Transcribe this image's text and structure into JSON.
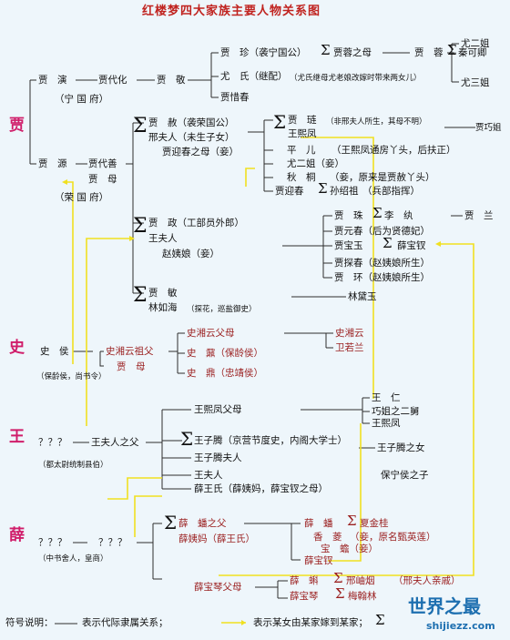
{
  "title": "红楼梦四大家族主要人物关系图",
  "clans": {
    "jia": "贾",
    "shi": "史",
    "wang": "王",
    "xue": "薛"
  },
  "jia": {
    "jia_yan": "贾　演",
    "jia_daihua": "贾代化",
    "jia_jing": "贾　敬",
    "ningguo": "（宁 国 府）",
    "jia_zhen": "贾　珍（袭宁国公）",
    "jia_rong_mother": "贾蓉之母",
    "jia_rong": "贾　蓉",
    "qin_keqing": "秦可卿",
    "you_shi": "尤　氏（继配）",
    "you_shi_note": "（尤氏继母尤老娘改嫁时带来两女儿）",
    "you_erjie": "尤二姐",
    "you_sanjie": "尤三姐",
    "jia_xichun": "贾惜春",
    "jia_yuan": "贾　源",
    "jia_daishan": "贾代善",
    "jia_mu": "贾　母",
    "rongguo": "（荣 国 府）",
    "jia_she": "贾　赦（袭荣国公）",
    "xing_furen": "邢夫人（未生子女）",
    "yingchun_mother": "贾迎春之母（妾）",
    "jia_lian": "贾　琏",
    "jia_lian_note": "（非邢夫人所生，其母不明）",
    "wang_xifeng": "王熙凤",
    "jia_qiaojie": "贾巧姐",
    "ping_er": "平　儿",
    "ping_er_note": "（王熙凤通房丫头，后扶正）",
    "you_erjie_concubine": "尤二姐（妾）",
    "qiu_tong": "秋　桐",
    "qiu_tong_note": "（妾，原来是贾赦丫头）",
    "jia_yingchun": "贾迎春",
    "sun_shaozu": "孙绍祖",
    "sun_shaozu_note": "（兵部指挥）",
    "jia_zheng": "贾　政（工部员外郎）",
    "wang_furen": "王夫人",
    "zhao_yiniang": "赵姨娘（妾）",
    "jia_zhu": "贾　珠",
    "li_wan": "李　纨",
    "jia_lan": "贾　兰",
    "jia_yuanchun": "贾元春（后为贤德妃）",
    "jia_baoyu": "贾宝玉",
    "xue_baochai": "薛宝钗",
    "jia_tanchun": "贾探春（赵姨娘所生）",
    "jia_huan": "贾　环（赵姨娘所生）",
    "jia_min": "贾　敏",
    "lin_ruhai": "林如海",
    "lin_ruhai_note": "（探花，巡盐御史）",
    "lin_daiyu": "林黛玉"
  },
  "shi": {
    "shi_hou": "史　侯",
    "shi_hou_note": "（保龄侯，尚书令）",
    "xiangyun_grandfather": "史湘云祖父",
    "jia_mu": "贾　母",
    "xiangyun_parents": "史湘云父母",
    "shi_ding": "史　鼐（保龄侯）",
    "shi_nai": "史　鼎（忠靖侯）",
    "shi_xiangyun": "史湘云",
    "wei_ruolan": "卫若兰"
  },
  "wang": {
    "unknown": "？？？",
    "wang_furen_father": "王夫人之父",
    "note": "（都太尉统制县伯）",
    "xifeng_parents": "王熙凤父母",
    "wang_ren": "王　仁",
    "qiaojie_uncle": "巧姐之二舅",
    "wang_xifeng": "王熙凤",
    "wang_ziteng": "王子腾（京营节度史，内阁大学士）",
    "ziteng_daughter": "王子腾之女",
    "ziteng_wife": "王子腾夫人",
    "wang_furen": "王夫人",
    "baoning_son": "保宁侯之子",
    "xue_wangshi": "薛王氏（薛姨妈，薛宝钗之母）"
  },
  "xue": {
    "unknown1": "？？？",
    "unknown2": "？？？",
    "note": "（中书舍人，皇商）",
    "xue_pan_father": "薛　蟠之父",
    "xue_yima": "薛姨妈（薛王氏）",
    "xue_pan": "薛　蟠",
    "xia_jingui": "夏金桂",
    "xiang_ling": "香　菱",
    "xiang_ling_note": "（妾，原名甄英莲）",
    "bao_chan": "宝　蟾（妾）",
    "xue_baochai": "薛宝钗",
    "baoqin_parents": "薛宝琴父母",
    "xue_ke": "薛　蝌",
    "xing_xiuyan": "邢岫烟",
    "xing_xiuyan_note": "（邢夫人亲戚）",
    "xue_baoqin": "薛宝琴",
    "mei_hanlin": "梅翰林"
  },
  "legend": {
    "label": "符号说明：",
    "line_desc": "表示代际隶属关系；",
    "yellow_desc": "表示某女由某家嫁到某家；",
    "sigma": "Σ"
  },
  "watermark": {
    "name": "世界之最",
    "url": "shijiezz.com"
  },
  "colors": {
    "title": "#c0231f",
    "clan": "#d01d6a",
    "line": "#2d2d2d",
    "marriage": "#f0e020"
  },
  "icons": {
    "marriage": "sigma-marriage-icon"
  }
}
